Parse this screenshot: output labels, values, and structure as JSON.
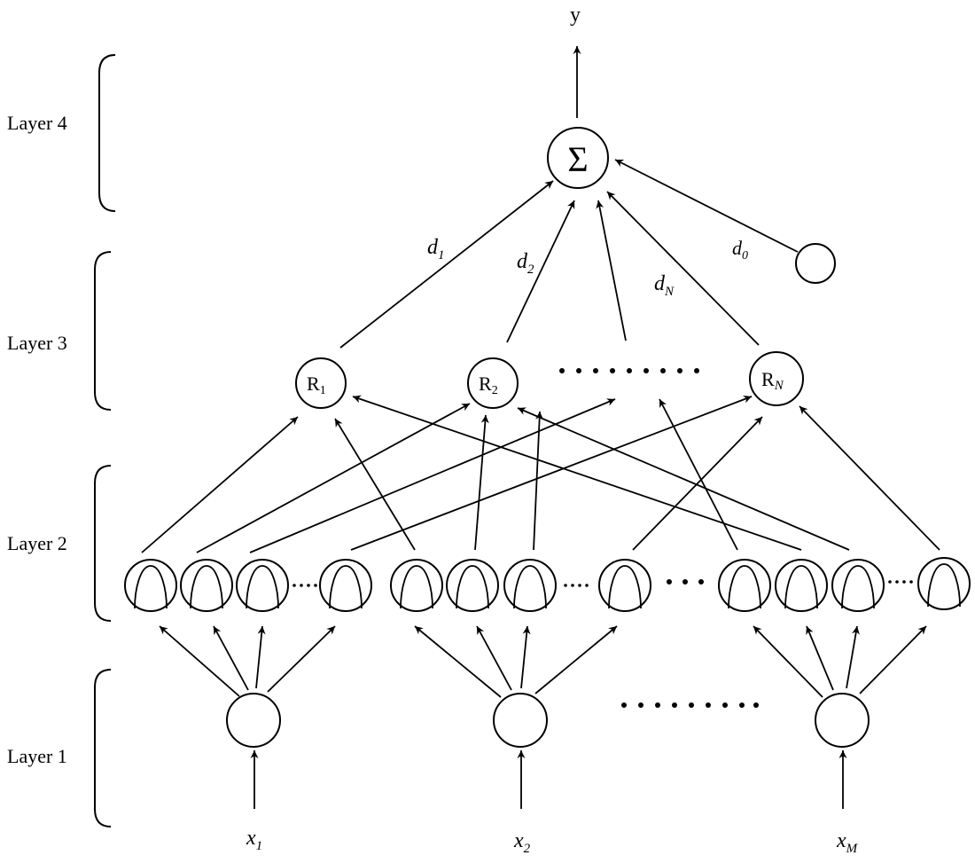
{
  "layers": [
    {
      "key": "layer4",
      "label": "Layer 4"
    },
    {
      "key": "layer3",
      "label": "Layer 3"
    },
    {
      "key": "layer2",
      "label": "Layer 2"
    },
    {
      "key": "layer1",
      "label": "Layer 1"
    }
  ],
  "output": {
    "label": "y",
    "sum_symbol": "Σ"
  },
  "rule_nodes": [
    {
      "main": "R",
      "sub": "1"
    },
    {
      "main": "R",
      "sub": "2"
    },
    {
      "main": "R",
      "sub": "N"
    }
  ],
  "weights": [
    {
      "main": "d",
      "sub": "1"
    },
    {
      "main": "d",
      "sub": "2"
    },
    {
      "main": "d",
      "sub": "N"
    },
    {
      "main": "d",
      "sub": "0"
    }
  ],
  "inputs": [
    {
      "main": "x",
      "sub": "1"
    },
    {
      "main": "x",
      "sub": "2"
    },
    {
      "main": "x",
      "sub": "M"
    }
  ],
  "ellipsis": "•••••••••"
}
